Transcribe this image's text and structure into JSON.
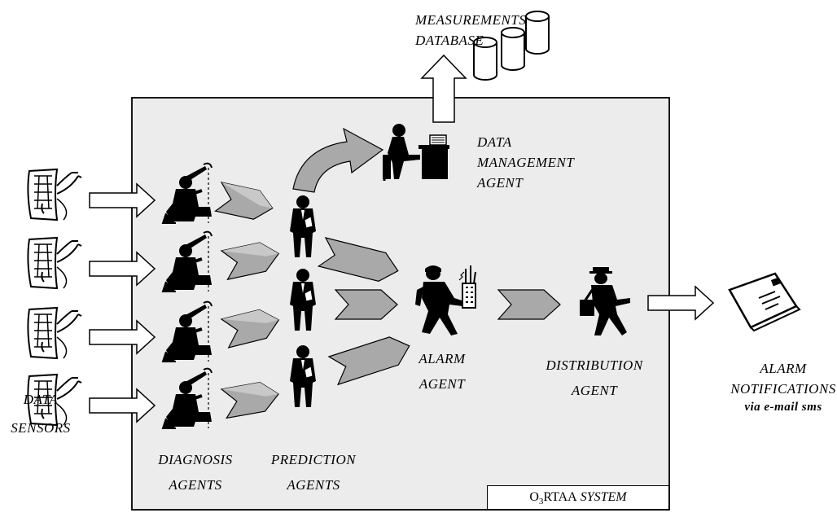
{
  "labels": {
    "measurements_db": [
      "MEASUREMENTS",
      "DATABASE"
    ],
    "data_management_agent": [
      "DATA",
      "MANAGEMENT",
      "AGENT"
    ],
    "alarm_agent": [
      "ALARM",
      "AGENT"
    ],
    "distribution_agent": [
      "DISTRIBUTION",
      "AGENT"
    ],
    "alarm_notifications": [
      "ALARM",
      "NOTIFICATIONS",
      "via e-mail sms"
    ],
    "data_sensors": [
      "DATA",
      "SENSORS"
    ],
    "diagnosis_agents": [
      "DIAGNOSIS",
      "AGENTS"
    ],
    "prediction_agents": [
      "PREDICTION",
      "AGENTS"
    ]
  },
  "system_box": {
    "prefix": "O",
    "subscript": "3",
    "mid": "RTAA",
    "suffix": " SYSTEM"
  },
  "colors": {
    "panel": "#ececec",
    "arrow_gray": "#a9a9a9",
    "ink": "#000000"
  }
}
